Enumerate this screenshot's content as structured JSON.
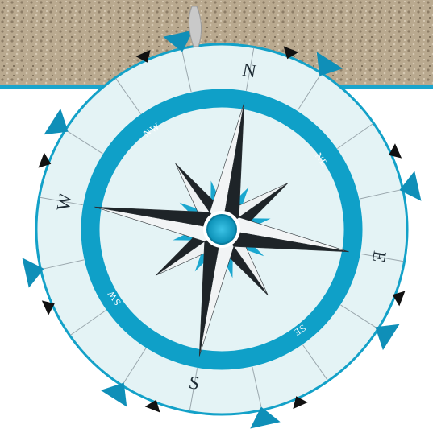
{
  "compass": {
    "cardinals": {
      "n": "N",
      "e": "E",
      "s": "S",
      "w": "W"
    },
    "intercardinals": {
      "ne": "NE",
      "se": "SE",
      "sw": "SW",
      "nw": "NW"
    }
  },
  "colors": {
    "accent": "#0fa0c8",
    "dial_face": "#e4f3f5",
    "needle_dark": "#1e2428",
    "needle_light": "#f2f4f5",
    "background_top": "#b7a68c"
  },
  "icons": {
    "rose": "compass-rose-icon",
    "needle": "north-needle-icon",
    "marker": "triangle-marker-icon"
  }
}
